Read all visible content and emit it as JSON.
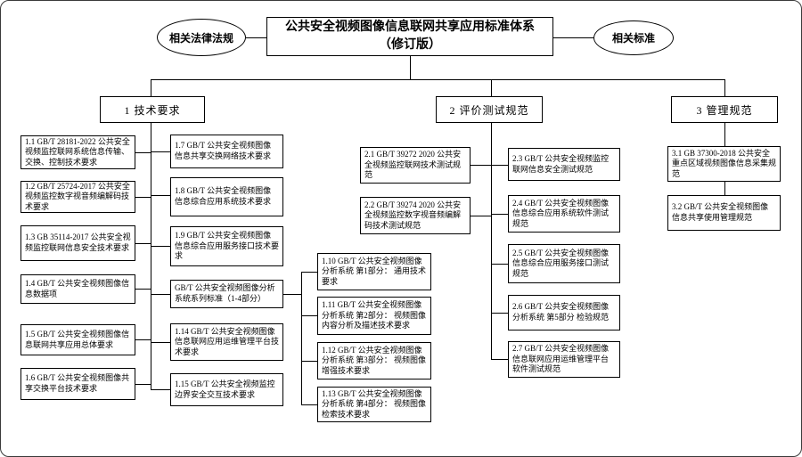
{
  "diagram": {
    "title_line1": "公共安全视频图像信息联网共享应用标准体系",
    "title_line2": "（修订版）",
    "left_ellipse": "相关法律法规",
    "right_ellipse": "相关标准"
  },
  "branches": {
    "b1_label": "1 技术要求",
    "b2_label": "2 评价测试规范",
    "b3_label": "3 管理规范"
  },
  "boxes": {
    "b1_1": "1.1 GB/T 28181-2022 公共安全视频监控联网系统信息传输、交换、控制技术要求",
    "b1_2": "1.2 GB/T 25724-2017 公共安全视频监控数字视音频编解码技术要求",
    "b1_3": "1.3 GB 35114-2017 公共安全视频监控联网信息安全技术要求",
    "b1_4": "1.4 GB/T 公共安全视频图像信息数据项",
    "b1_5": "1.5 GB/T 公共安全视频图像信息联网共享应用总体要求",
    "b1_6": "1.6 GB/T 公共安全视频图像共享交换平台技术要求",
    "b1_7": "1.7 GB/T 公共安全视频图像信息共享交换网络技术要求",
    "b1_8": "1.8 GB/T 公共安全视频图像信息综合应用系统技术要求",
    "b1_9": "1.9 GB/T 公共安全视频图像信息综合应用服务接口技术要求",
    "b1_series": "GB/T 公共安全视频图像分析系统系列标准（1-4部分）",
    "b1_14": "1.14 GB/T 公共安全视频图像信息联网应用运维管理平台技术要求",
    "b1_15": "1.15 GB/T 公共安全视频监控边界安全交互技术要求",
    "b1_10": "1.10 GB/T 公共安全视频图像分析系统 第1部分： 通用技术要求",
    "b1_11": "1.11 GB/T 公共安全视频图像分析系统 第2部分： 视频图像内容分析及描述技术要求",
    "b1_12": "1.12 GB/T 公共安全视频图像分析系统 第3部分： 视频图像增强技术要求",
    "b1_13": "1.13 GB/T 公共安全视频图像分析系统 第4部分： 视频图像检索技术要求",
    "b2_1": "2.1 GB/T 39272 2020 公共安全视频监控联网技术测试规范",
    "b2_2": "2.2 GB/T 39274 2020 公共安全视频监控数字视音频编解码技术测试规范",
    "b2_3": "2.3 GB/T 公共安全视频监控联网信息安全测试规范",
    "b2_4": "2.4 GB/T 公共安全视频图像信息综合应用系统软件测试规范",
    "b2_5": "2.5 GB/T 公共安全视频图像信息综合应用服务接口测试规范",
    "b2_6": "2.6 GB/T 公共安全视频图像分析系统 第5部分 检验规范",
    "b2_7": "2.7 GB/T 公共安全视频图像信息联网应用运维管理平台软件测试规范",
    "b3_1": "3.1 GB 37300-2018 公共安全重点区域视频图像信息采集规范",
    "b3_2": "3.2 GB/T 公共安全视频图像信息共享使用管理规范"
  },
  "colors": {
    "line": "#000000",
    "background": "#ffffff",
    "border": "#000000"
  }
}
